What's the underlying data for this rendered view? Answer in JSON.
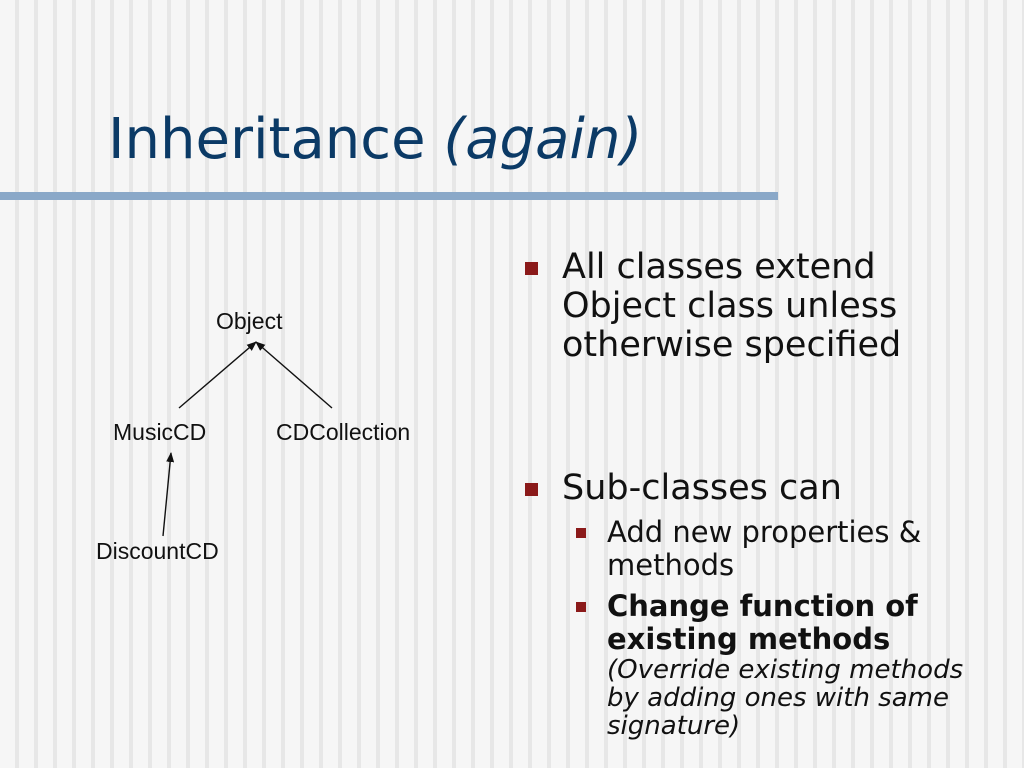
{
  "slide": {
    "title_main": "Inheritance",
    "title_emphasis": "(again)"
  },
  "diagram": {
    "nodes": {
      "object": "Object",
      "musiccd": "MusicCD",
      "cdcollection": "CDCollection",
      "discountcd": "DiscountCD"
    }
  },
  "bullets": {
    "first": "All classes extend Object class unless otherwise specified",
    "second": "Sub-classes can",
    "sub": {
      "first": "Add new properties & methods",
      "second_bold": "Change function of existing methods",
      "second_note": "(Override existing methods by adding ones with same signature)"
    }
  },
  "colors": {
    "title": "#0b3a66",
    "rule": "#8aa8c8",
    "bullet_marker": "#8b1a1a"
  }
}
